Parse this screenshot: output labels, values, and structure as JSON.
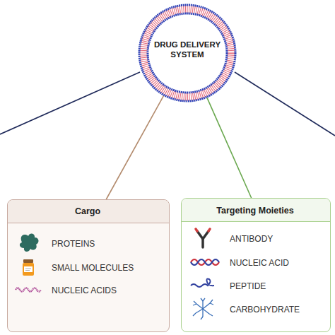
{
  "diagram": {
    "nodes": [
      {
        "text": [
          "DRUG DELIVERY SYSTEM"
        ]
      },
      {
        "text": [
          "Cargo",
          "PROTEINS",
          "SMALL MOLECULES",
          "NUCLEIC ACIDS"
        ]
      },
      {
        "text": [
          "Targeting Moieties",
          "ANTIBODY",
          "NUCLEIC ACID",
          "PEPTIDE",
          "CARBOHYDRATE"
        ]
      }
    ],
    "edges": [
      {
        "from": 0,
        "to": 1,
        "arrow": "none"
      },
      {
        "from": 0,
        "to": 2,
        "arrow": "none"
      }
    ]
  }
}
